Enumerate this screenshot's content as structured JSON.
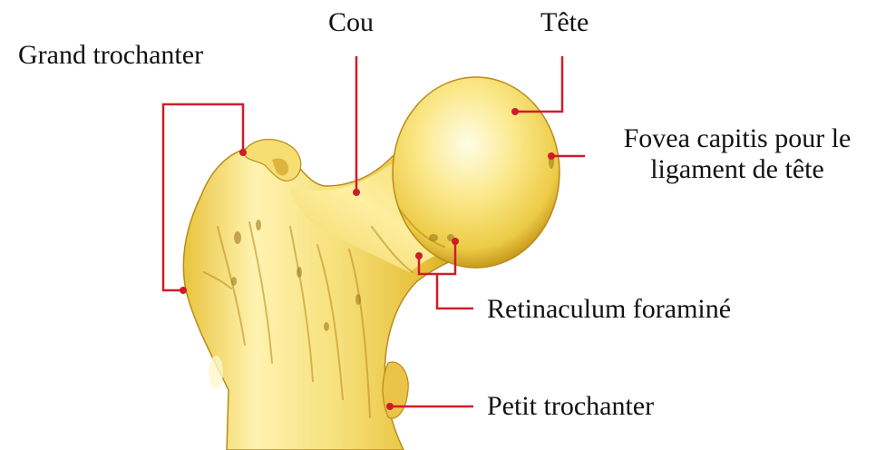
{
  "diagram": {
    "labels": {
      "grand_trochanter": "Grand trochanter",
      "cou": "Cou",
      "tete": "Tête",
      "fovea_line1": "Fovea capitis pour le",
      "fovea_line2": "ligament de tête",
      "retinaculum": "Retinaculum foraminé",
      "petit_trochanter": "Petit trochanter"
    },
    "colors": {
      "leader_line": "#d01c2a",
      "bone_light": "#fff6b8",
      "bone_mid": "#f2d45a",
      "bone_dark": "#c99a1e",
      "text": "#111111"
    }
  }
}
